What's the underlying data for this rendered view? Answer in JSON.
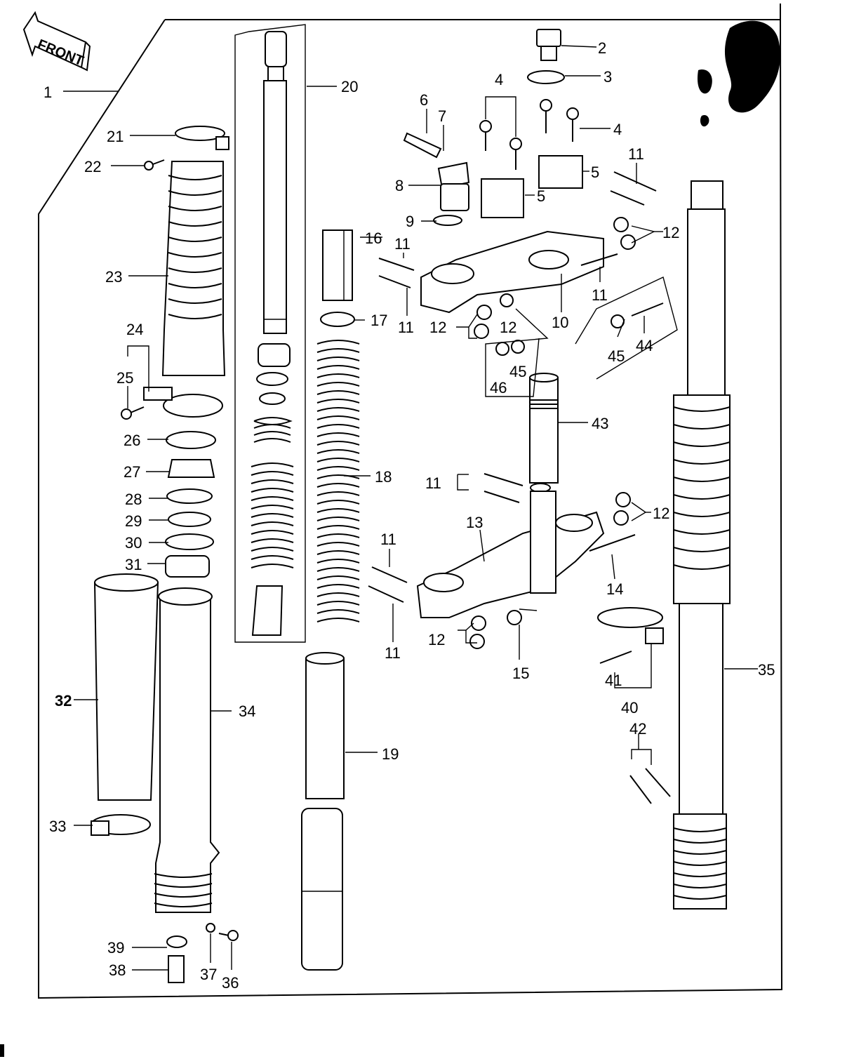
{
  "badge": {
    "text": "FRONT"
  },
  "callouts": [
    "1",
    "2",
    "3",
    "4",
    "4",
    "5",
    "5",
    "6",
    "7",
    "8",
    "9",
    "10",
    "11",
    "11",
    "11",
    "11",
    "11",
    "11",
    "11",
    "12",
    "12",
    "12",
    "12",
    "12",
    "13",
    "14",
    "15",
    "16",
    "17",
    "18",
    "19",
    "20",
    "21",
    "22",
    "23",
    "24",
    "25",
    "26",
    "27",
    "28",
    "29",
    "30",
    "31",
    "32",
    "33",
    "34",
    "35",
    "36",
    "37",
    "38",
    "39",
    "40",
    "41",
    "42",
    "43",
    "44",
    "45",
    "45",
    "46"
  ]
}
